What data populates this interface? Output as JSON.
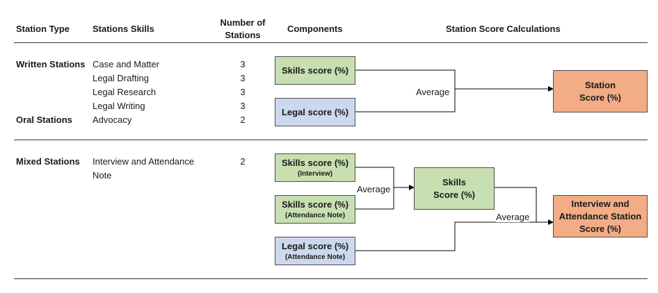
{
  "headers": {
    "station_type": "Station Type",
    "stations_skills": "Stations Skills",
    "number_of_stations_1": "Number of",
    "number_of_stations_2": "Stations",
    "components": "Components",
    "station_score_calculations": "Station Score Calculations"
  },
  "rows": {
    "written_stations": "Written Stations",
    "oral_stations": "Oral Stations",
    "mixed_stations": "Mixed Stations",
    "skills": [
      {
        "name": "Case and Matter",
        "count": "3"
      },
      {
        "name": "Legal Drafting",
        "count": "3"
      },
      {
        "name": "Legal Research",
        "count": "3"
      },
      {
        "name": "Legal Writing",
        "count": "3"
      },
      {
        "name": "Advocacy",
        "count": "2"
      }
    ],
    "mixed_skill_line1": "Interview and Attendance",
    "mixed_skill_line2": "Note",
    "mixed_count": "2"
  },
  "diagram": {
    "skills_score": "Skills score (%)",
    "legal_score": "Legal score (%)",
    "average": "Average",
    "station_score_line1": "Station",
    "station_score_line2": "Score (%)",
    "skills_score_interview": "Skills score (%)",
    "interview_sub": "(Interview)",
    "skills_score_attendance": "Skills score (%)",
    "attendance_sub": "(Attendance Note)",
    "legal_score_attendance": "Legal score (%)",
    "legal_attendance_sub": "(Attendance Note)",
    "skills_mid_line1": "Skills",
    "skills_mid_line2": "Score (%)",
    "average_2": "Average",
    "average_3": "Average",
    "final_line1": "Interview and",
    "final_line2": "Attendance Station",
    "final_line3": "Score (%)"
  },
  "colors": {
    "green": "#c8dfb2",
    "blue": "#ccd8ee",
    "orange": "#f2ac86"
  }
}
